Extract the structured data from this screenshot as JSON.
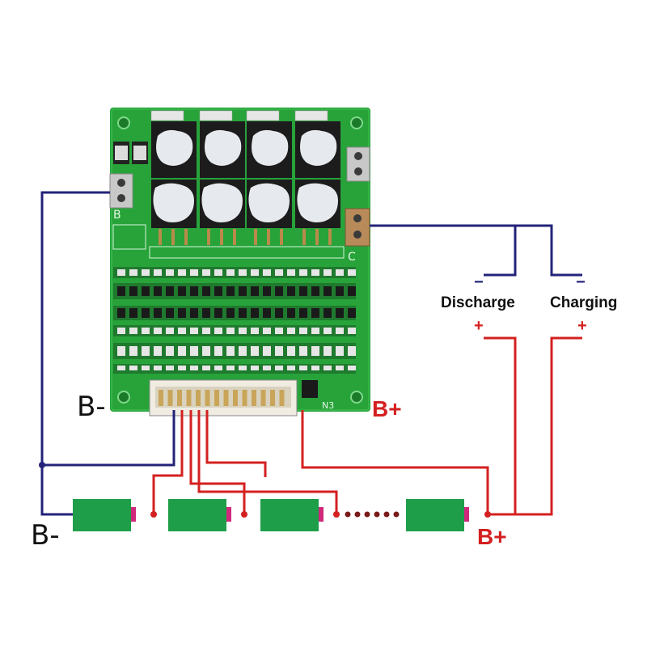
{
  "labels": {
    "b_minus_board": "B-",
    "b_minus_battery": "B-",
    "b_plus_board": "B+",
    "b_plus_battery": "B+",
    "discharge": "Discharge",
    "charging": "Charging",
    "minus_sign": "−",
    "plus_sign": "+",
    "connector_ref": "N3",
    "pad_b": "B",
    "pad_c": "C"
  },
  "colors": {
    "pcb_green": "#27a33a",
    "wire_blue": "#23237a",
    "wire_red": "#d42020",
    "cell_green": "#1f9e4a",
    "terminal_pink": "#d0287a"
  },
  "battery_cells": 4
}
